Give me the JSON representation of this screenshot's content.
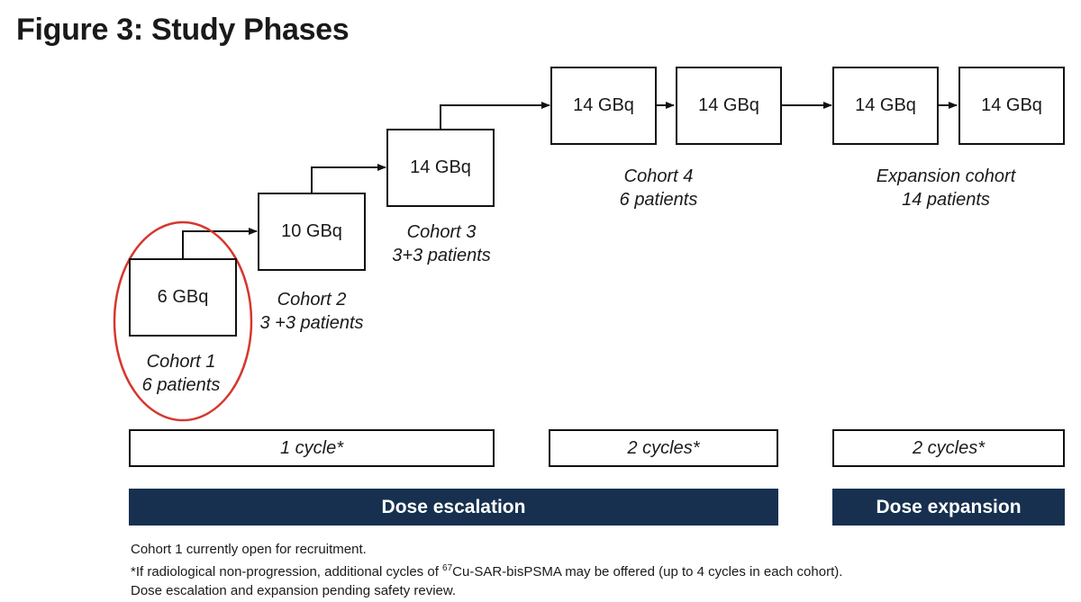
{
  "title": "Figure 3: Study Phases",
  "dose_boxes": {
    "c1": "6 GBq",
    "c2": "10 GBq",
    "c3": "14 GBq",
    "c4a": "14 GBq",
    "c4b": "14 GBq",
    "e1": "14 GBq",
    "e2": "14 GBq"
  },
  "cohorts": {
    "c1_name": "Cohort 1",
    "c1_patients": "6 patients",
    "c2_name": "Cohort 2",
    "c2_patients": "3 +3 patients",
    "c3_name": "Cohort 3",
    "c3_patients": "3+3 patients",
    "c4_name": "Cohort 4",
    "c4_patients": "6 patients",
    "exp_name": "Expansion cohort",
    "exp_patients": "14 patients"
  },
  "cycles": {
    "escalation_1": "1 cycle*",
    "escalation_2": "2 cycles*",
    "expansion": "2 cycles*"
  },
  "phases": {
    "escalation": "Dose escalation",
    "expansion": "Dose expansion"
  },
  "colors": {
    "phase_bar": "#17304f",
    "highlight_circle": "#d6372e"
  },
  "notes": {
    "line1": "Cohort 1 currently open for recruitment.",
    "line2_pre": "*If radiological non-progression,  additional cycles of ",
    "line2_sup": "67",
    "line2_post": "Cu-SAR-bisPSMA may be offered  (up to 4 cycles in each cohort).",
    "line3": "Dose escalation and expansion pending safety review."
  }
}
